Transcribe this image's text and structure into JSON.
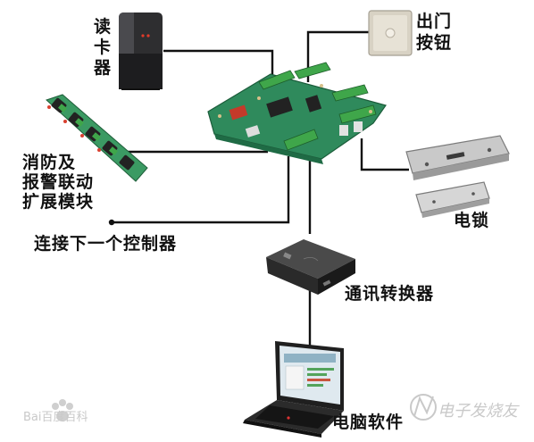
{
  "labels": {
    "card_reader": "读卡器",
    "exit_button_line1": "出门",
    "exit_button_line2": "按钮",
    "fire_line1": "消防及",
    "fire_line2": "报警联动",
    "fire_line3": "扩展模块",
    "next_controller": "连接下一个控制器",
    "electric_lock": "电锁",
    "converter": "通讯转换器",
    "pc_software": "电脑软件"
  },
  "watermarks": {
    "left": "Bai百度百科",
    "right": "电子发烧友"
  },
  "colors": {
    "wire": "#111111",
    "pcb": "#2f8a5c",
    "terminal": "#3fa64a",
    "label": "#111111"
  }
}
